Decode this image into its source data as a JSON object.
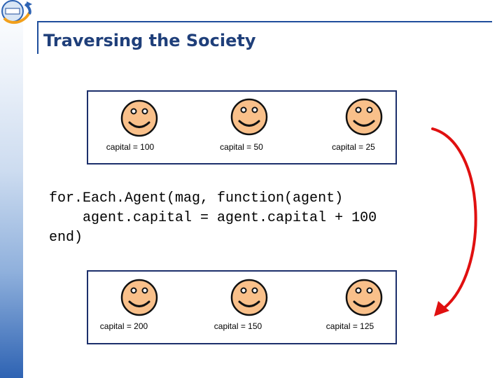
{
  "slide": {
    "title": "Traversing the Society"
  },
  "before": {
    "agents": [
      {
        "label": "capital = 100"
      },
      {
        "label": "capital = 50"
      },
      {
        "label": "capital = 25"
      }
    ]
  },
  "code": {
    "lines": [
      "for.Each.Agent(mag, function(agent)",
      "    agent.capital = agent.capital + 100",
      "end)"
    ]
  },
  "after": {
    "agents": [
      {
        "label": "capital = 200"
      },
      {
        "label": "capital = 150"
      },
      {
        "label": "capital = 125"
      }
    ]
  },
  "colors": {
    "face": "#f9c08a",
    "outline": "#111111",
    "panel_border": "#1c2f6b",
    "arrow": "#e01010",
    "title": "#1f3f7a"
  },
  "icons": {
    "agent": "smiley-face-icon",
    "logo": "institution-logo-icon",
    "arrow": "curved-arrow-icon"
  }
}
